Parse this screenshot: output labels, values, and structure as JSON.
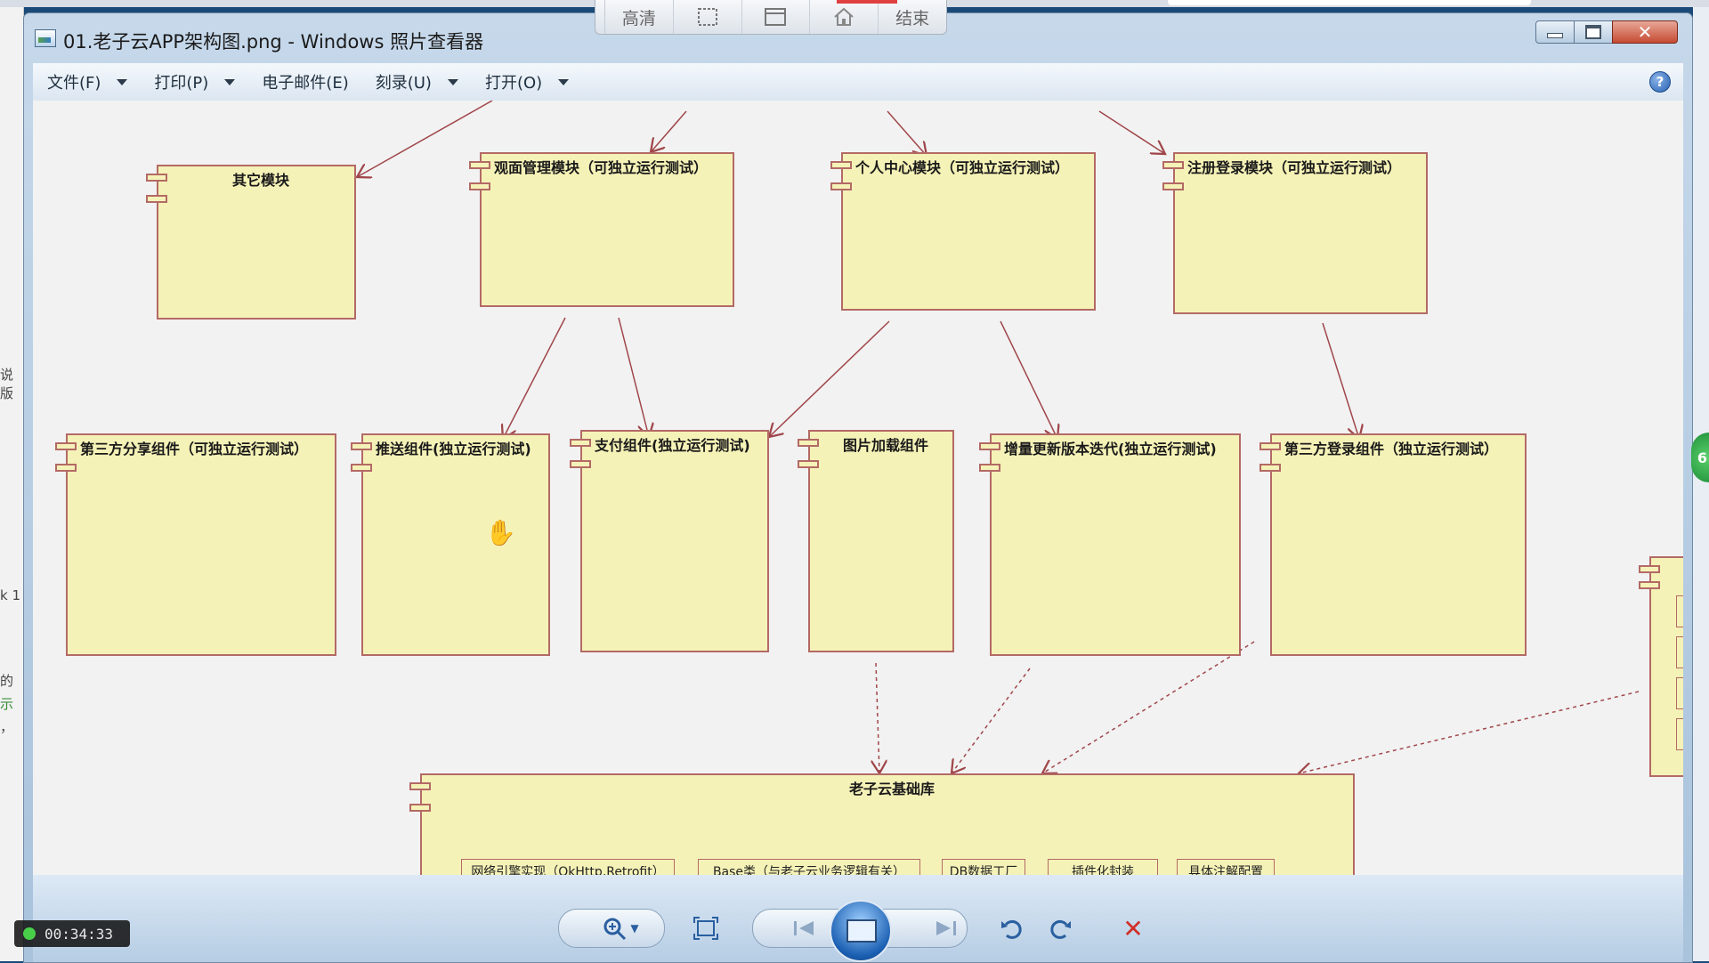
{
  "recorder": {
    "items": [
      {
        "label": "高清",
        "icon": ""
      },
      {
        "label": "",
        "icon": "region-select-icon"
      },
      {
        "label": "",
        "icon": "window-icon"
      },
      {
        "label": "",
        "icon": "home-icon"
      },
      {
        "label": "结束",
        "icon": ""
      }
    ]
  },
  "window": {
    "title": "01.老子云APP架构图.png - Windows 照片查看器",
    "menu": [
      {
        "label": "文件(F)",
        "dropdown": true
      },
      {
        "label": "打印(P)",
        "dropdown": true
      },
      {
        "label": "电子邮件(E)",
        "dropdown": false
      },
      {
        "label": "刻录(U)",
        "dropdown": true
      },
      {
        "label": "打开(O)",
        "dropdown": true
      }
    ],
    "help": "?"
  },
  "diagram": {
    "top_modules": [
      {
        "title": "其它模块"
      },
      {
        "title": "观面管理模块（可独立运行测试）"
      },
      {
        "title": "个人中心模块（可独立运行测试）"
      },
      {
        "title": "注册登录模块（可独立运行测试）"
      }
    ],
    "components": [
      {
        "title": "第三方分享组件（可独立运行测试）"
      },
      {
        "title": "推送组件(独立运行测试)"
      },
      {
        "title": "支付组件(独立运行测试)"
      },
      {
        "title": "图片加载组件"
      },
      {
        "title": "增量更新版本迭代(独立运行测试)"
      },
      {
        "title": "第三方登录组件（独立运行测试）"
      }
    ],
    "base_library": {
      "title": "老子云基础库",
      "parts": [
        "网络引擎实现（OkHttp,Retrofit）",
        "Base类（与老子云业务逻辑有关）",
        "DB数据工厂",
        "插件化封装",
        "具体注解配置"
      ]
    }
  },
  "desktop": {
    "left_fragments": [
      "说版",
      "k 1",
      "的",
      "示",
      "，"
    ],
    "timer": "00:34:33",
    "edge_badge": "6"
  },
  "colors": {
    "box_fill": "#f5f2b7",
    "box_border": "#b36a66",
    "arrow": "#a0464a",
    "close_button": "#c64a33"
  }
}
